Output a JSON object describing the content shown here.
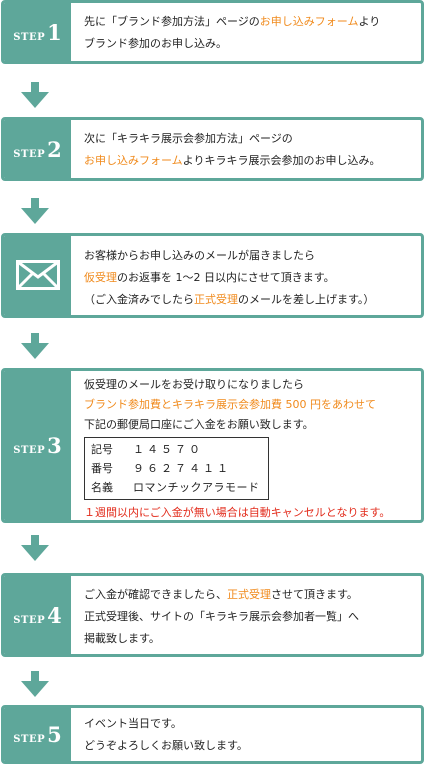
{
  "colors": {
    "accent": "#5ea79a",
    "highlight": "#f08a1c",
    "warning": "#e22b1b"
  },
  "step_word": "STEP",
  "steps": [
    {
      "number": "1",
      "line1_a": "先に「ブランド参加方法」ページの",
      "line1_b": "お申し込みフォーム",
      "line1_c": "より",
      "line2": "ブランド参加のお申し込み。"
    },
    {
      "number": "2",
      "line1": "次に「キラキラ展示会参加方法」ページの",
      "line2_a": "お申し込みフォーム",
      "line2_b": "よりキラキラ展示会参加のお申し込み。"
    },
    {
      "icon": "envelope-icon",
      "line1": "お客様からお申し込みのメールが届きましたら",
      "line2_a": "仮受理",
      "line2_b": "のお返事を 1～2 日以内にさせて頂きます。",
      "line3_a": "（ご入金済みでしたら",
      "line3_b": "正式受理",
      "line3_c": "のメールを差し上げます。）"
    },
    {
      "number": "3",
      "line1": "仮受理のメールをお受け取りになりましたら",
      "line2": "ブランド参加費とキラキラ展示会参加費 500 円をあわせて",
      "line3": "下記の郵便局口座にご入金をお願い致します。",
      "account": [
        {
          "key": "記号",
          "value": "１４５７０"
        },
        {
          "key": "番号",
          "value": "９６２７４１１"
        },
        {
          "key": "名義",
          "value": "ロマンチックアラモード"
        }
      ],
      "warning": "１週間以内にご入金が無い場合は自動キャンセルとなります。"
    },
    {
      "number": "4",
      "line1_a": "ご入金が確認できましたら、",
      "line1_b": "正式受理",
      "line1_c": "させて頂きます。",
      "line2": "正式受理後、サイトの「キラキラ展示会参加者一覧」へ",
      "line3": "掲載致します。"
    },
    {
      "number": "5",
      "line1": "イベント当日です。",
      "line2": "どうぞよろしくお願い致します。"
    }
  ]
}
